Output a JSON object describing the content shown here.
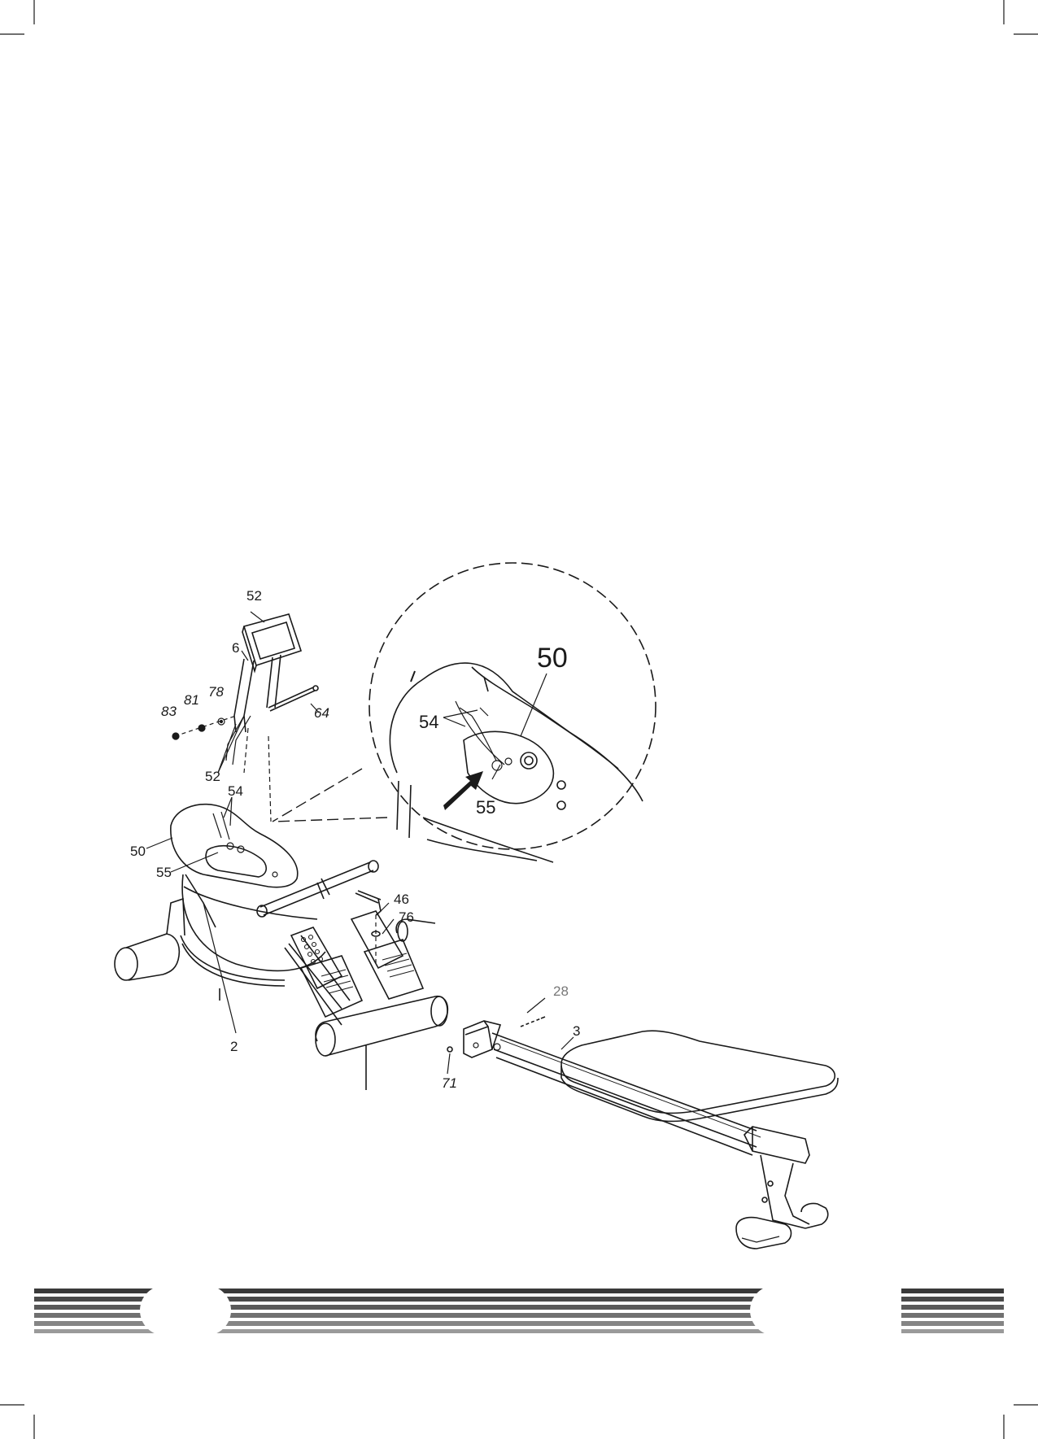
{
  "callouts": {
    "c52_top": "52",
    "c6": "6",
    "c78": "78",
    "c81": "81",
    "c83": "83",
    "c64": "64",
    "c52_cable": "52",
    "c54": "54",
    "c50": "50",
    "c55": "55",
    "c46": "46",
    "c76": "76",
    "c2": "2",
    "c28": "28",
    "c3": "3",
    "c71": "71"
  },
  "detail": {
    "c50": "50",
    "c54": "54",
    "c55": "55"
  },
  "colors": {
    "ink": "#1a1a1a",
    "footer_dark": "#3a3a3a",
    "footer_light": "#9a9a9a",
    "accent_label": "#777777"
  }
}
